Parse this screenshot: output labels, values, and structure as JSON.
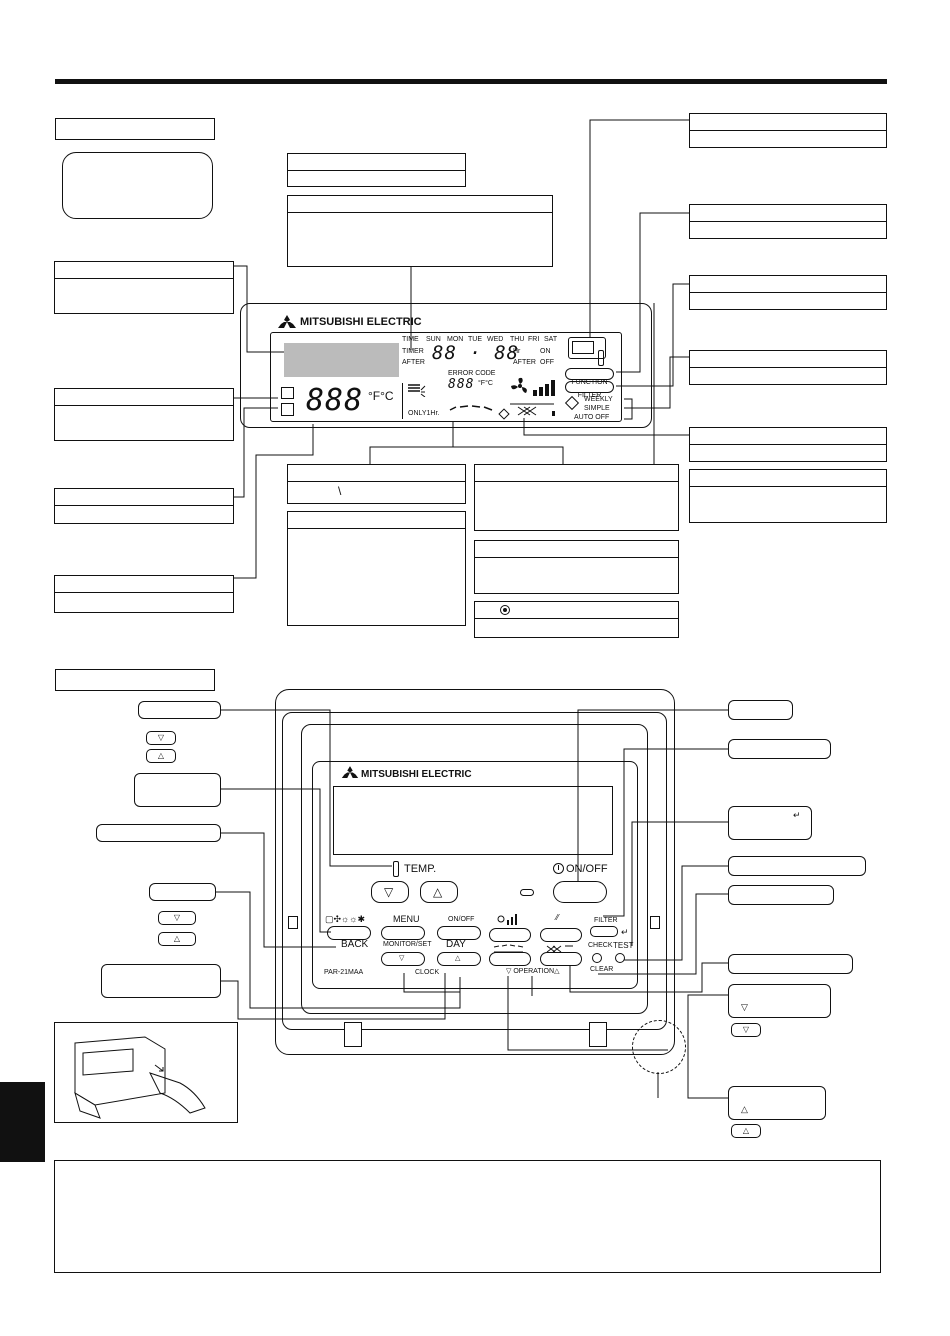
{
  "brand": {
    "name": "MITSUBISHI ELECTRIC"
  },
  "display": {
    "days": [
      "TIME",
      "SUN",
      "MON",
      "TUE",
      "WED",
      "THU",
      "FRI",
      "SAT"
    ],
    "timer": "TIMER",
    "after": "AFTER",
    "hr": "Hr",
    "on": "ON",
    "after_off": "AFTER",
    "off": "OFF",
    "clock_digits": "88 · 88",
    "error_code": "ERROR CODE",
    "small_digits": "888",
    "small_unit": "°F°C",
    "temp_digits": "888",
    "temp_unit": "°F°C",
    "only1hr": "ONLY1Hr.",
    "function": "FUNCTION",
    "filter": "FILTER",
    "weekly": "WEEKLY",
    "simple": "SIMPLE",
    "auto_off": "AUTO OFF",
    "diag_slash": "\\"
  },
  "controller": {
    "temp_label": "TEMP.",
    "onoff_label": "ON/OFF",
    "menu_label": "MENU",
    "timer_onoff_label": "ON/OFF",
    "back_label": "BACK",
    "day_label": "DAY",
    "monitor_set_label": "MONITOR/SET",
    "clock_label": "CLOCK",
    "model": "PAR-21MAA",
    "filter_label": "FILTER",
    "check_label": "CHECK",
    "test_label": "TEST",
    "clear_label": "CLEAR",
    "operation_label": "OPERATION",
    "down_glyph": "▽",
    "up_glyph": "△",
    "enter_glyph": "↵"
  }
}
